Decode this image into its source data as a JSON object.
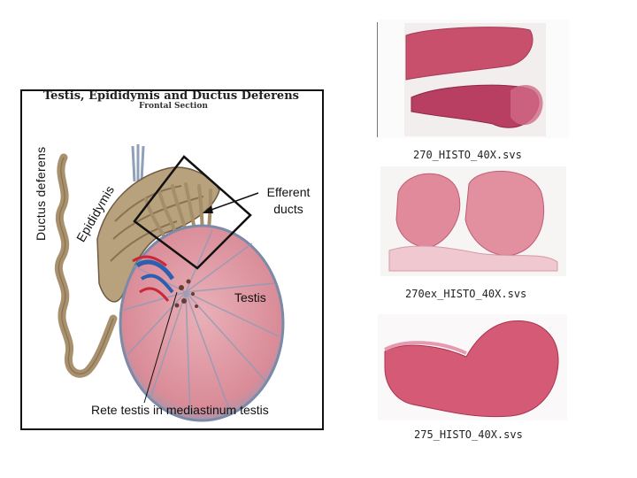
{
  "illustration": {
    "title": "Testis, Epididymis and Ductus Deferens",
    "subtitle": "Frontal Section"
  },
  "labels": {
    "ductus_deferens": "Ductus deferens",
    "epididymis": "Epididymis",
    "efferent_ducts": "Efferent ducts",
    "testis": "Testis",
    "rete_testis": "Rete testis in mediastinum testis"
  },
  "slides": [
    {
      "caption": "270_HISTO_40X.svs"
    },
    {
      "caption": "270ex_HISTO_40X.svs"
    },
    {
      "caption": "275_HISTO_40X.svs"
    }
  ],
  "colors": {
    "tissue_pink": "#d9889a",
    "tissue_dark": "#b53a5c",
    "duct_tan": "#b09a78",
    "vessel_red": "#c8283a",
    "vessel_blue": "#2c5fb0"
  }
}
